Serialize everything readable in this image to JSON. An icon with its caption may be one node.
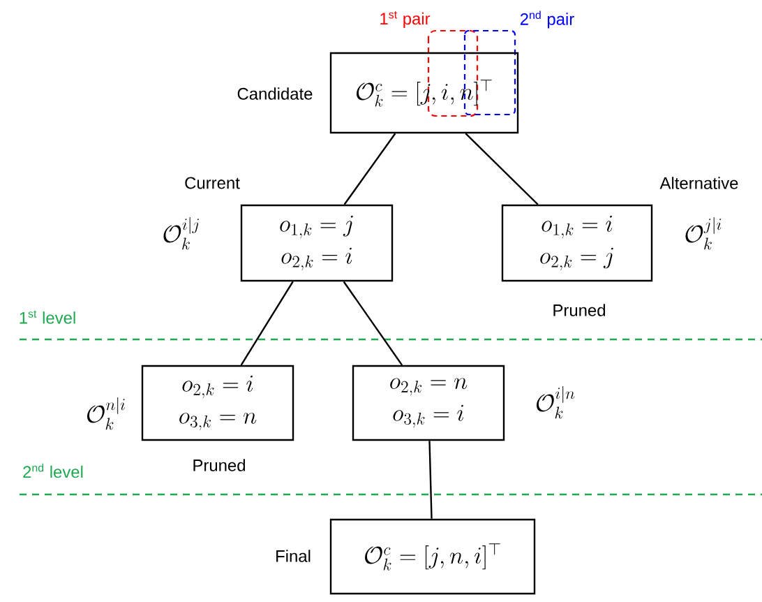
{
  "diagram": {
    "nodes": [
      {
        "text": [
          "\\mathcal{O}_k^c = [j,i,n]^\\top"
        ],
        "beside": [
          "Candidate"
        ]
      },
      {
        "text": [
          "o_{1,k} = j",
          "o_{2,k} = i"
        ],
        "beside": [
          "Current",
          "\\mathcal{O}_k^{i|j}"
        ]
      },
      {
        "text": [
          "o_{1,k} = i",
          "o_{2,k} = j"
        ],
        "beside": [
          "Alternative",
          "\\mathcal{O}_k^{j|i}",
          "Pruned"
        ]
      },
      {
        "text": [
          "o_{2,k} = i",
          "o_{3,k} = n"
        ],
        "beside": [
          "\\mathcal{O}_k^{n|i}",
          "Pruned"
        ]
      },
      {
        "text": [
          "o_{2,k} = n",
          "o_{3,k} = i"
        ],
        "beside": [
          "\\mathcal{O}_k^{i|n}"
        ]
      },
      {
        "text": [
          "\\mathcal{O}_k^c = [j,n,i]^\\top"
        ],
        "beside": [
          "Final"
        ]
      }
    ],
    "edges": [
      {
        "from": 0,
        "to": 1,
        "arrow": "none"
      },
      {
        "from": 0,
        "to": 2,
        "arrow": "none"
      },
      {
        "from": 1,
        "to": 3,
        "arrow": "none"
      },
      {
        "from": 1,
        "to": 4,
        "arrow": "none"
      },
      {
        "from": 4,
        "to": 5,
        "arrow": "none"
      }
    ],
    "labels": [
      "1$^{st}$ pair",
      "2$^{nd}$ pair",
      "1$^{st}$ level",
      "2$^{nd}$ level"
    ]
  }
}
